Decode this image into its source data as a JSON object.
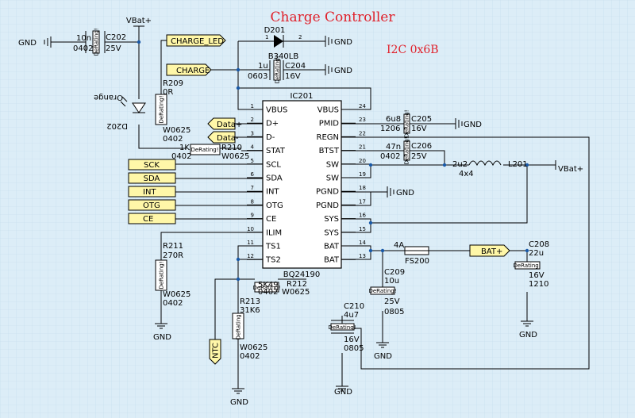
{
  "title": "Charge Controller",
  "i2c": "I2C 0x6B",
  "ic": {
    "ref": "IC201",
    "part": "BQ24190",
    "left_pins": [
      {
        "num": "1",
        "name": "VBUS"
      },
      {
        "num": "2",
        "name": "D+"
      },
      {
        "num": "3",
        "name": "D-"
      },
      {
        "num": "4",
        "name": "STAT"
      },
      {
        "num": "5",
        "name": "SCL"
      },
      {
        "num": "6",
        "name": "SDA"
      },
      {
        "num": "7",
        "name": "INT"
      },
      {
        "num": "8",
        "name": "OTG"
      },
      {
        "num": "9",
        "name": "CE"
      },
      {
        "num": "10",
        "name": "ILIM"
      },
      {
        "num": "11",
        "name": "TS1"
      },
      {
        "num": "12",
        "name": "TS2"
      }
    ],
    "right_pins": [
      {
        "num": "24",
        "name": "VBUS"
      },
      {
        "num": "23",
        "name": "PMID"
      },
      {
        "num": "22",
        "name": "REGN"
      },
      {
        "num": "21",
        "name": "BTST"
      },
      {
        "num": "20",
        "name": "SW"
      },
      {
        "num": "19",
        "name": "SW"
      },
      {
        "num": "18",
        "name": "PGND"
      },
      {
        "num": "17",
        "name": "PGND"
      },
      {
        "num": "16",
        "name": "SYS"
      },
      {
        "num": "15",
        "name": "SYS"
      },
      {
        "num": "14",
        "name": "BAT"
      },
      {
        "num": "13",
        "name": "BAT"
      }
    ]
  },
  "nets": {
    "vbat_top": "VBat+",
    "vbat_right": "VBat+",
    "gnd": "GND",
    "charge_led": "CHARGE_LED",
    "charge": "CHARGE",
    "data_plus": "Data+",
    "data_minus": "Data-",
    "sck": "SCK",
    "sda": "SDA",
    "int": "INT",
    "otg": "OTG",
    "ce": "CE",
    "bat_plus": "BAT+",
    "ntc": "NTC"
  },
  "derating": "DeRating!",
  "c202": {
    "ref": "C202",
    "value": "10n",
    "pkg": "0402",
    "volt": "25V"
  },
  "d201": {
    "ref": "D201",
    "part": "B340LB",
    "pin1": "1",
    "pin2": "2"
  },
  "c204": {
    "ref": "C204",
    "value": "1u",
    "pkg": "0603",
    "volt": "16V"
  },
  "r209": {
    "ref": "R209",
    "value": "0R",
    "pkg": "W0625",
    "pkg2": "0402"
  },
  "d202": {
    "ref": "D202",
    "color": "Orange"
  },
  "r210": {
    "ref": "R210",
    "value": "1K",
    "pkg": "0402",
    "pkg2": "W0625"
  },
  "c205": {
    "ref": "C205",
    "value": "6u8",
    "pkg": "1206",
    "volt": "16V"
  },
  "c206": {
    "ref": "C206",
    "value": "47n",
    "pkg": "0402",
    "volt": "25V"
  },
  "l201": {
    "ref": "L201",
    "value": "2u2",
    "pkg": "4x4"
  },
  "fs200": {
    "ref": "FS200",
    "value": "4A"
  },
  "c208": {
    "ref": "C208",
    "value": "22u",
    "volt": "16V",
    "pkg": "1210"
  },
  "c209": {
    "ref": "C209",
    "value": "10u",
    "volt": "25V",
    "pkg": "0805"
  },
  "c210": {
    "ref": "C210",
    "value": "4u7",
    "volt": "16V",
    "pkg": "0805"
  },
  "r211": {
    "ref": "R211",
    "value": "270R",
    "pkg": "W0625",
    "pkg2": "0402"
  },
  "r212": {
    "ref": "R212",
    "value": "5K49",
    "pkg": "0402",
    "pkg2": "W0625"
  },
  "r213": {
    "ref": "R213",
    "value": "31K6",
    "pkg": "W0625",
    "pkg2": "0402"
  }
}
